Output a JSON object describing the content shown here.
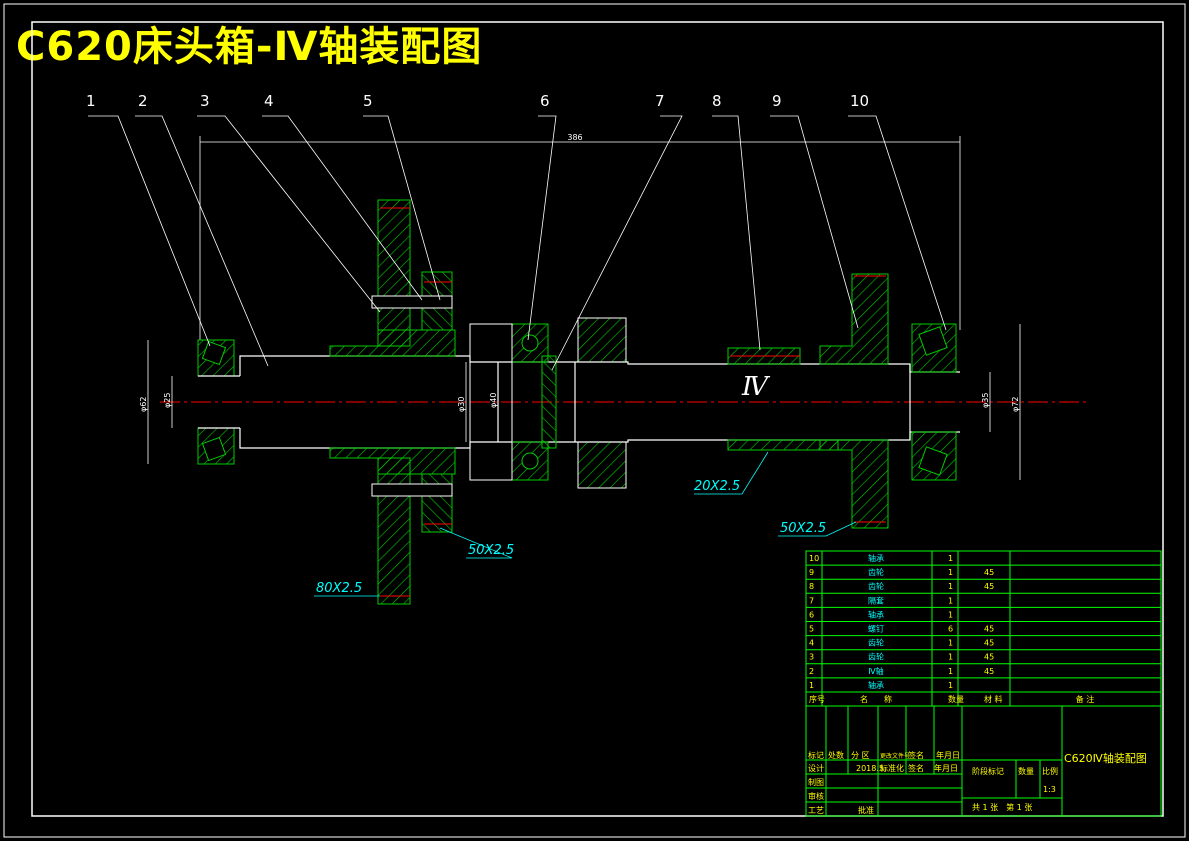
{
  "title": "C620床头箱-Ⅳ轴装配图",
  "callouts": [
    "1",
    "2",
    "3",
    "4",
    "5",
    "6",
    "7",
    "8",
    "9",
    "10"
  ],
  "dimensions": {
    "overall_length": "386",
    "shaft_label": "Ⅳ",
    "d_left_outer": "φ62",
    "d_left_inner": "φ25",
    "d_mid_a": "φ30",
    "d_mid_b": "φ40",
    "d_right_inner": "φ35",
    "d_right_outer": "φ72",
    "gear_80": "80X2.5",
    "gear_50a": "50X2.5",
    "gear_20": "20X2.5",
    "gear_50b": "50X2.5"
  },
  "bom": {
    "rows": [
      {
        "no": "10",
        "name": "轴承",
        "qty": "1",
        "material": "",
        "note": ""
      },
      {
        "no": "9",
        "name": "齿轮",
        "qty": "1",
        "material": "45",
        "note": ""
      },
      {
        "no": "8",
        "name": "齿轮",
        "qty": "1",
        "material": "45",
        "note": ""
      },
      {
        "no": "7",
        "name": "隔套",
        "qty": "1",
        "material": "",
        "note": ""
      },
      {
        "no": "6",
        "name": "轴承",
        "qty": "1",
        "material": "",
        "note": ""
      },
      {
        "no": "5",
        "name": "螺钉",
        "qty": "6",
        "material": "45",
        "note": ""
      },
      {
        "no": "4",
        "name": "齿轮",
        "qty": "1",
        "material": "45",
        "note": ""
      },
      {
        "no": "3",
        "name": "齿轮",
        "qty": "1",
        "material": "45",
        "note": ""
      },
      {
        "no": "2",
        "name": "Ⅳ轴",
        "qty": "1",
        "material": "45",
        "note": ""
      },
      {
        "no": "1",
        "name": "轴承",
        "qty": "1",
        "material": "",
        "note": ""
      }
    ],
    "header": {
      "no": "序号",
      "name": "名　　称",
      "qty": "数量",
      "material": "材 料",
      "note": "备 注"
    }
  },
  "title_block": {
    "r1": [
      "标记",
      "处数",
      "分 区",
      "更改文件号",
      "签名",
      "年月日"
    ],
    "r2": [
      "设计",
      "",
      "2018.5.",
      "标准化",
      "签名",
      "年月日"
    ],
    "r3": [
      "制图"
    ],
    "r4": [
      "审核"
    ],
    "r5": [
      "工艺",
      "",
      "批准"
    ],
    "stage": "阶段标记",
    "weight": "数量",
    "scale_label": "比例",
    "scale": "1:3",
    "sheets": "共 1 张　第 1 张",
    "drawing_name": "C620Ⅳ轴装配图"
  },
  "colors": {
    "title": "#ffff00",
    "border": "#ffffff",
    "hatch": "#00cc00",
    "center": "#ff0000",
    "table": "#00ff00",
    "dim": "#ffffff",
    "label": "#00ffff"
  }
}
